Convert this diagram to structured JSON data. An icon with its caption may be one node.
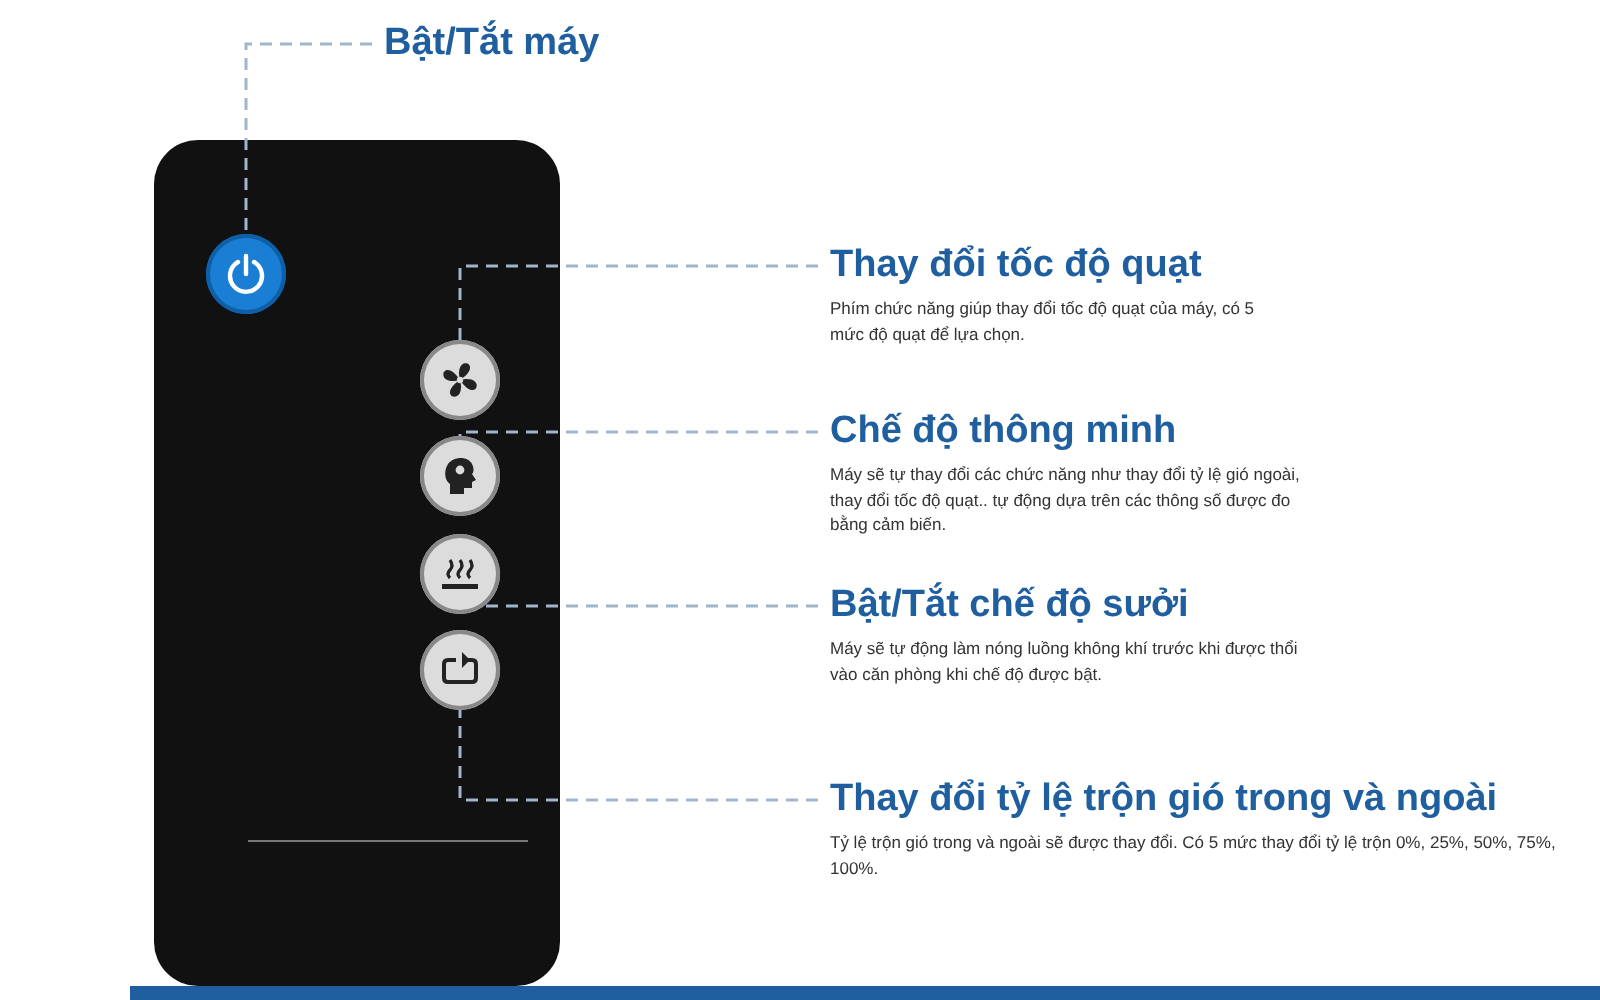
{
  "diagram": {
    "nodes": [
      {
        "text": [],
        "shape": "box"
      },
      {
        "text": [],
        "shape": "circle",
        "in": 0
      },
      {
        "text": [],
        "shape": "circle",
        "in": 0
      },
      {
        "text": [],
        "shape": "circle",
        "in": 0
      },
      {
        "text": [],
        "shape": "circle",
        "in": 0
      },
      {
        "text": [],
        "shape": "circle",
        "in": 0
      },
      {
        "text": [
          "Bật/Tắt máy"
        ]
      },
      {
        "text": [
          "Thay đổi tốc độ quạt",
          "Phím chức năng giúp thay đổi tốc độ quạt của máy, có 5 mức độ quạt để lựa chọn."
        ]
      },
      {
        "text": [
          "Chế độ thông minh",
          "Máy sẽ tự thay đổi các chức năng như thay đổi tỷ lệ gió ngoài, thay đổi tốc độ quạt.. tự động dựa trên các thông số được đo bằng cảm biến."
        ]
      },
      {
        "text": [
          "Bật/Tắt chế độ sưởi",
          "Máy sẽ tự động làm nóng luồng không khí trước khi được thổi vào căn phòng khi chế độ được bật."
        ]
      },
      {
        "text": [
          "Thay đổi tỷ lệ trộn gió trong và ngoài",
          "Tỷ lệ trộn gió trong và ngoài sẽ được thay đổi. Có 5 mức thay đổi tỷ lệ trộn 0%, 25%, 50%, 75%, 100%."
        ]
      }
    ],
    "edges": [
      {
        "from": 6,
        "to": 1,
        "arrow": "none",
        "style": "dashed"
      },
      {
        "from": 7,
        "to": 2,
        "arrow": "none",
        "style": "dashed"
      },
      {
        "from": 8,
        "to": 3,
        "arrow": "none",
        "style": "dashed"
      },
      {
        "from": 9,
        "to": 4,
        "arrow": "none",
        "style": "dashed"
      },
      {
        "from": 10,
        "to": 5,
        "arrow": "none",
        "style": "dashed"
      }
    ]
  }
}
